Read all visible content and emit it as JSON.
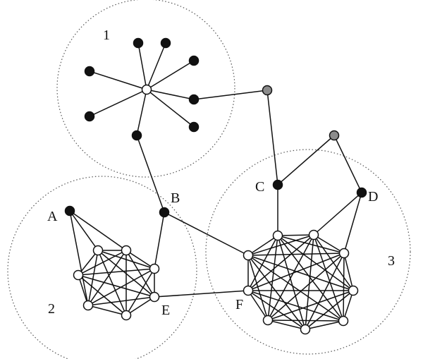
{
  "diagram": {
    "node_labels": {
      "A": "A",
      "B": "B",
      "C": "C",
      "D": "D",
      "E": "E",
      "F": "F"
    },
    "cluster_labels": {
      "c1": "1",
      "c2": "2",
      "c3": "3"
    },
    "colors": {
      "black_node": "#111111",
      "white_node": "#ffffff",
      "gray_node": "#8c8c8c",
      "edge": "#111111",
      "cluster_outline": "#555555"
    },
    "node_types": {
      "n1": "black",
      "n2": "black",
      "n3": "black",
      "n4": "black",
      "n5": "black",
      "n6": "black",
      "n7": "black",
      "n8": "black",
      "hub": "white",
      "g1": "gray",
      "g2": "gray",
      "A": "black",
      "B": "black",
      "C": "black",
      "D": "black",
      "p1": "white",
      "p2": "white",
      "p3": "white",
      "E": "white",
      "p5": "white",
      "p6": "white",
      "p7": "white",
      "q1": "white",
      "q2": "white",
      "q3": "white",
      "q4": "white",
      "q5": "white",
      "q6": "white",
      "q7": "white",
      "q8": "white",
      "q9": "white",
      "F": "white"
    }
  }
}
